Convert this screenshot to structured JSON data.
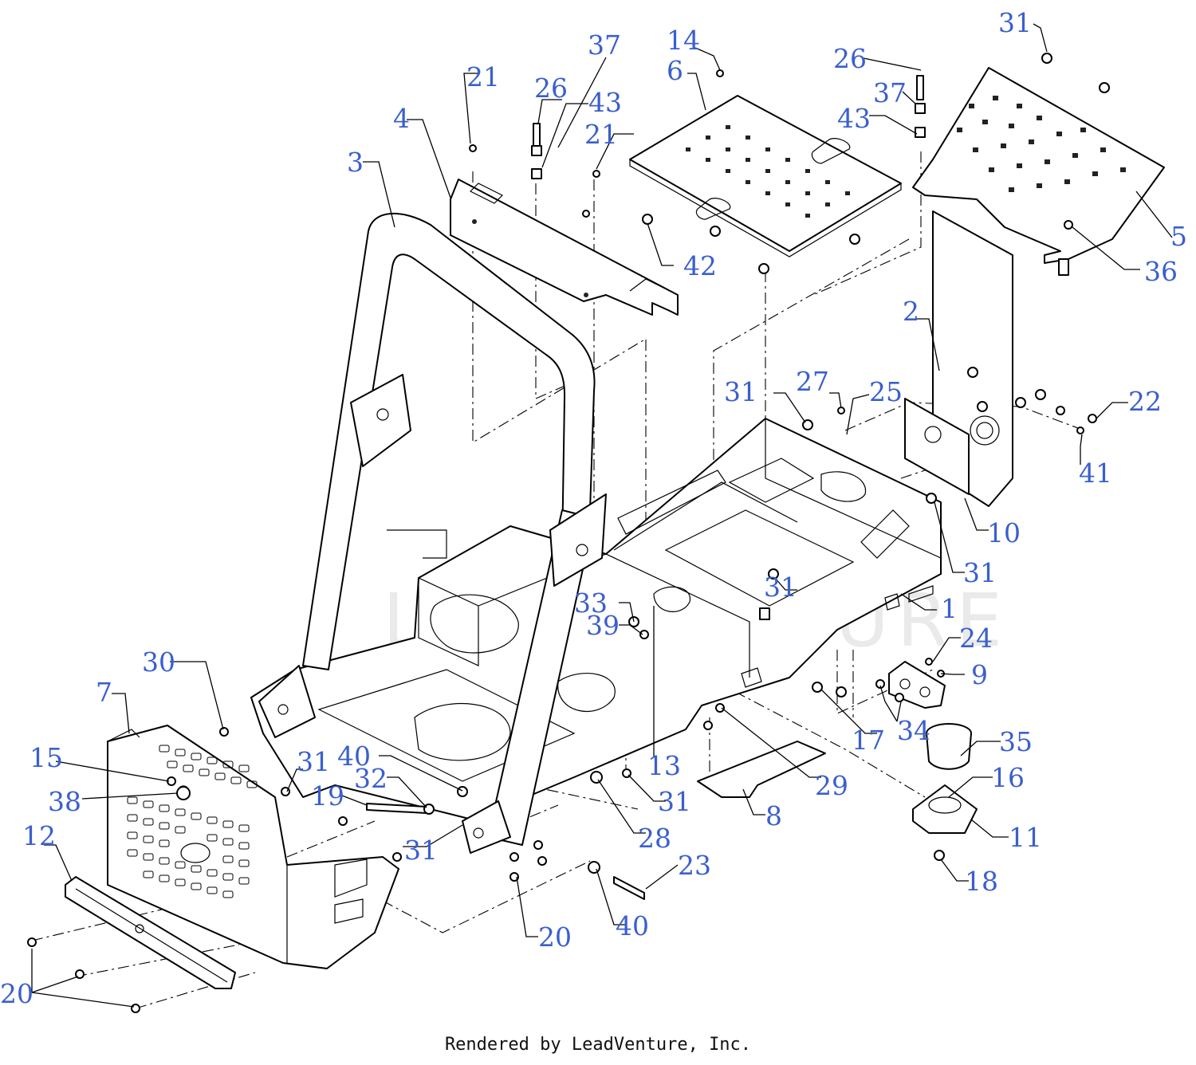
{
  "footer": "Rendered by LeadVenture, Inc.",
  "watermark": "LEADVENTURE",
  "colors": {
    "callout": "#3a5fcd",
    "linework": "#000000",
    "background": "#ffffff"
  },
  "callouts": [
    {
      "id": "c31a",
      "label": "31"
    },
    {
      "id": "c14",
      "label": "14"
    },
    {
      "id": "c37a",
      "label": "37"
    },
    {
      "id": "c21a",
      "label": "21"
    },
    {
      "id": "c26a",
      "label": "26"
    },
    {
      "id": "c43a",
      "label": "43"
    },
    {
      "id": "c6",
      "label": "6"
    },
    {
      "id": "c26b",
      "label": "26"
    },
    {
      "id": "c37b",
      "label": "37"
    },
    {
      "id": "c43b",
      "label": "43"
    },
    {
      "id": "c4",
      "label": "4"
    },
    {
      "id": "c21b",
      "label": "21"
    },
    {
      "id": "c3",
      "label": "3"
    },
    {
      "id": "c5",
      "label": "5"
    },
    {
      "id": "c42",
      "label": "42"
    },
    {
      "id": "c36",
      "label": "36"
    },
    {
      "id": "c2",
      "label": "2"
    },
    {
      "id": "c27",
      "label": "27"
    },
    {
      "id": "c31b",
      "label": "31"
    },
    {
      "id": "c25",
      "label": "25"
    },
    {
      "id": "c22",
      "label": "22"
    },
    {
      "id": "c41",
      "label": "41"
    },
    {
      "id": "c10",
      "label": "10"
    },
    {
      "id": "c31c",
      "label": "31"
    },
    {
      "id": "c31d",
      "label": "31"
    },
    {
      "id": "c1",
      "label": "1"
    },
    {
      "id": "c33",
      "label": "33"
    },
    {
      "id": "c39",
      "label": "39"
    },
    {
      "id": "c24",
      "label": "24"
    },
    {
      "id": "c9",
      "label": "9"
    },
    {
      "id": "c30",
      "label": "30"
    },
    {
      "id": "c7",
      "label": "7"
    },
    {
      "id": "c13",
      "label": "13"
    },
    {
      "id": "c17",
      "label": "17"
    },
    {
      "id": "c34",
      "label": "34"
    },
    {
      "id": "c35",
      "label": "35"
    },
    {
      "id": "c16",
      "label": "16"
    },
    {
      "id": "c15",
      "label": "15"
    },
    {
      "id": "c31e",
      "label": "31"
    },
    {
      "id": "c40a",
      "label": "40"
    },
    {
      "id": "c29",
      "label": "29"
    },
    {
      "id": "c38",
      "label": "38"
    },
    {
      "id": "c19",
      "label": "19"
    },
    {
      "id": "c32",
      "label": "32"
    },
    {
      "id": "c31f",
      "label": "31"
    },
    {
      "id": "c8",
      "label": "8"
    },
    {
      "id": "c12",
      "label": "12"
    },
    {
      "id": "c28",
      "label": "28"
    },
    {
      "id": "c11",
      "label": "11"
    },
    {
      "id": "c31g",
      "label": "31"
    },
    {
      "id": "c23",
      "label": "23"
    },
    {
      "id": "c18",
      "label": "18"
    },
    {
      "id": "c20a",
      "label": "20"
    },
    {
      "id": "c40b",
      "label": "40"
    },
    {
      "id": "c20b",
      "label": "20"
    }
  ]
}
